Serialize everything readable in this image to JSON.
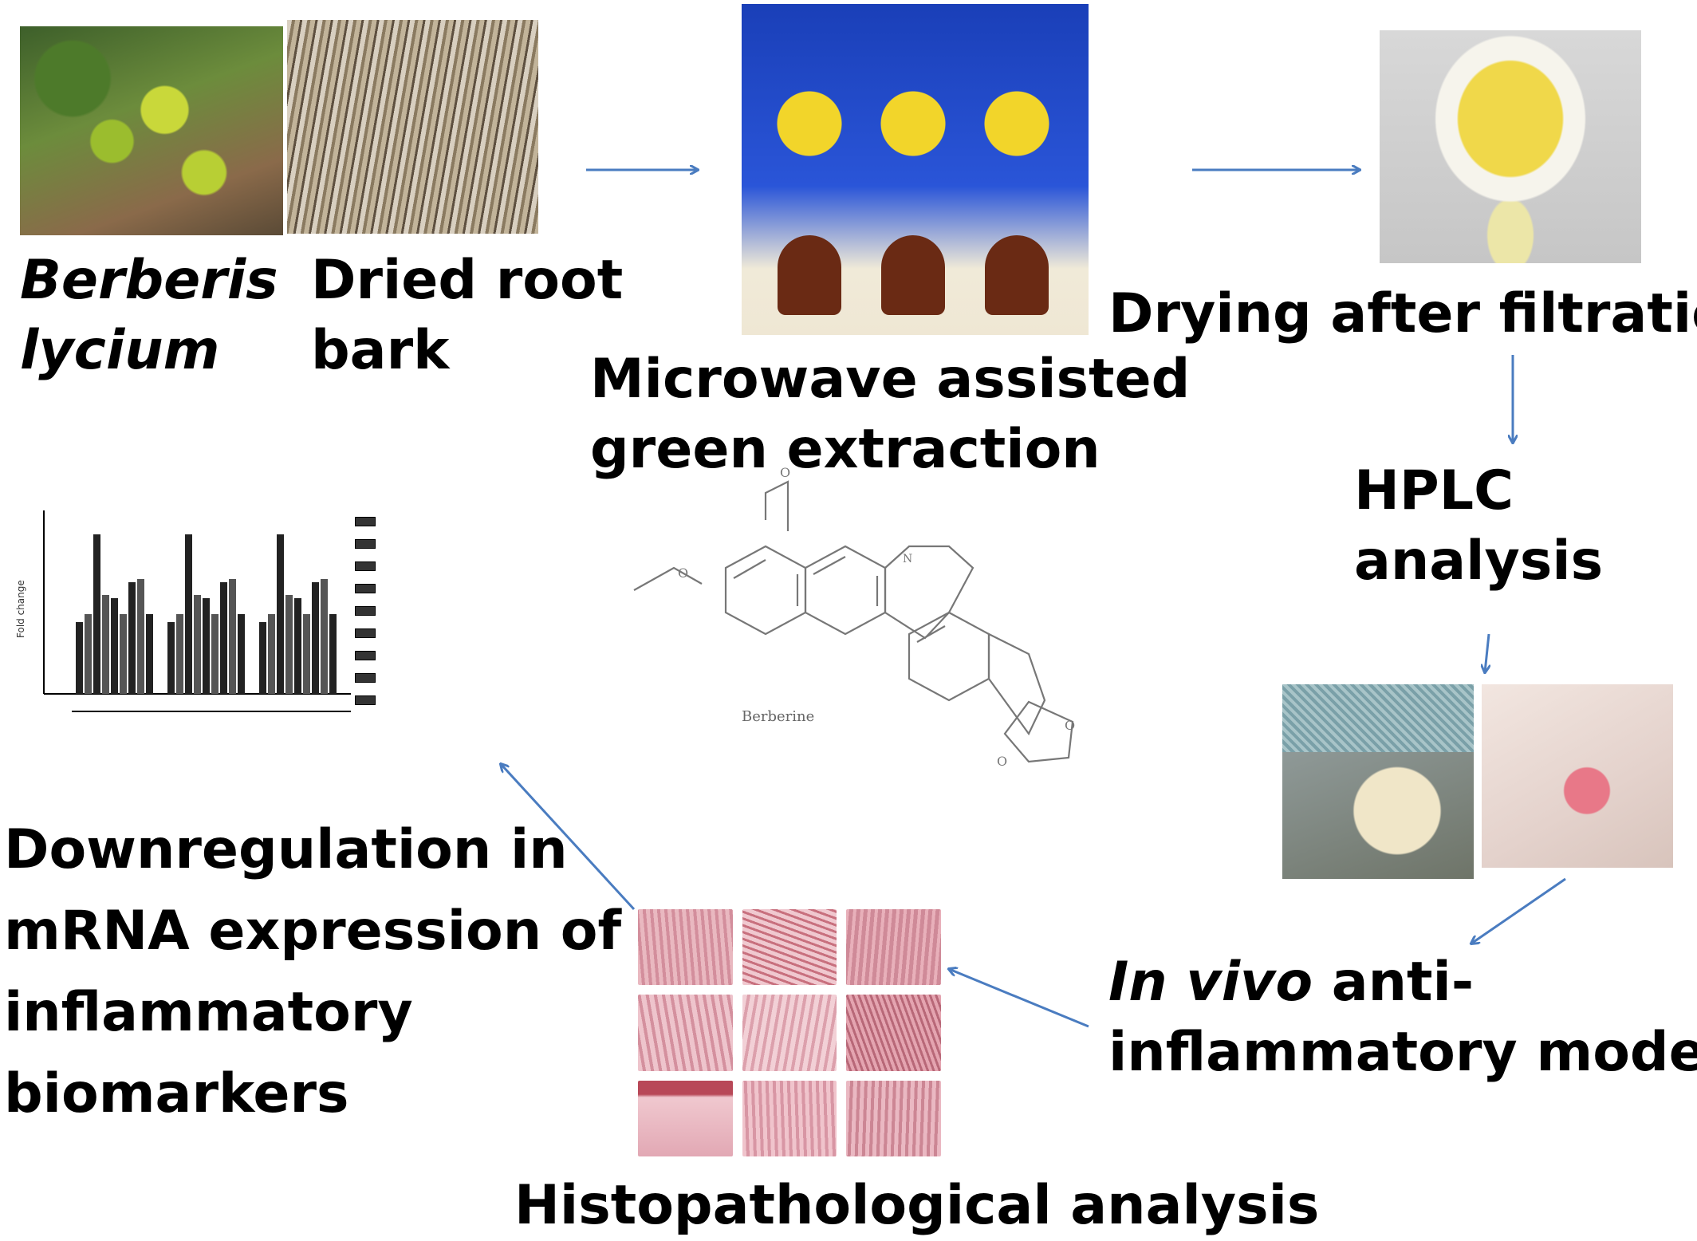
{
  "labels": {
    "plant_l1": "Berberis",
    "plant_l2": "lycium",
    "root_l1": "Dried root",
    "root_l2": "bark",
    "microwave_l1": "Microwave assisted",
    "microwave_l2": "green extraction",
    "drying": "Drying after filtration",
    "hplc_l1": "HPLC",
    "hplc_l2": "analysis",
    "invivo_italic": "In vivo",
    "invivo_rest": " anti-",
    "invivo_l2": "inflammatory models",
    "histo": "Histopathological analysis",
    "down_l1": "Downregulation in",
    "down_l2": "mRNA expression of",
    "down_l3": "inflammatory",
    "down_l4": "biomarkers"
  },
  "structure": {
    "name": "Berberine"
  },
  "colors": {
    "arrow": "#4a7cc0",
    "text": "#000000"
  }
}
